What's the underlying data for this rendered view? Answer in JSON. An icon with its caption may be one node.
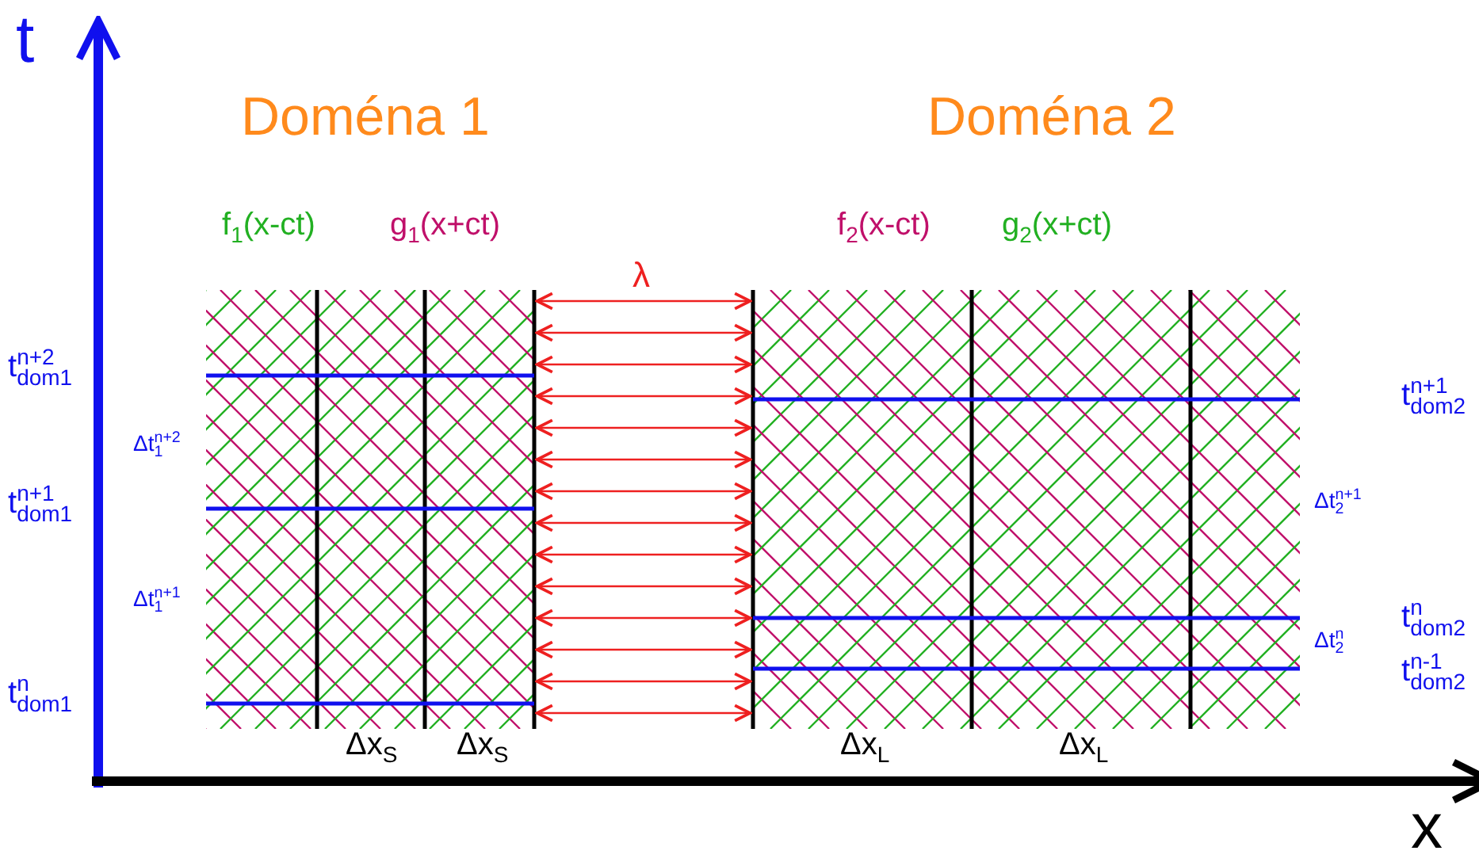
{
  "diagram": {
    "labels": [
      "t",
      "Doména 1",
      "Doména 2",
      "f$_{1}$(x-ct)",
      "g$_{1}$(x+ct)",
      "f$_{2}$(x-ct)",
      "g$_{2}$(x+ct)",
      "λ",
      "t$^{n+2}$$_{dom1}$",
      "t$^{n+1}$$_{dom2}$",
      "Δt$^{n+2}$$_{1}$",
      "t$^{n+1}$$_{dom1}$",
      "Δt$^{n+1}$$_{2}$",
      "Δt$^{n+1}$$_{1}$",
      "t$^{n}$$_{dom2}$",
      "Δt$^{n}$$_{2}$",
      "t$^{n-1}$$_{dom2}$",
      "t$^{n}$$_{dom1}$",
      "Δx$_{S}$",
      "Δx$_{S}$",
      "Δx$_{L}$",
      "Δx$_{L}$",
      "x"
    ]
  }
}
